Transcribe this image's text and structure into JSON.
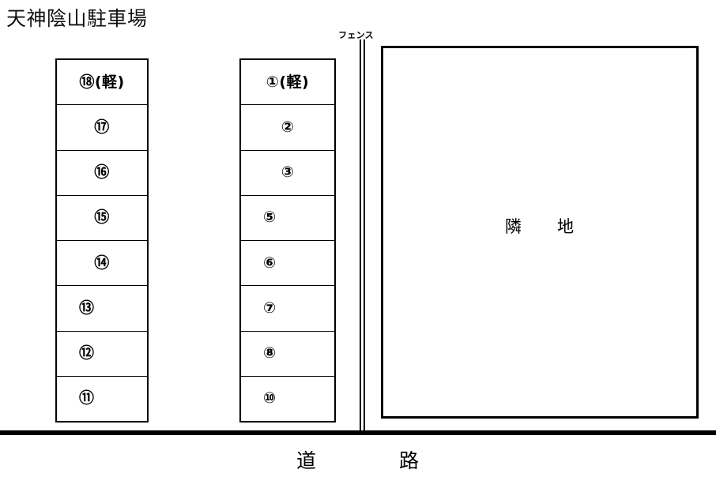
{
  "title": "天神陰山駐車場",
  "parking": {
    "left_column": {
      "name": "left-stall-column",
      "cells": [
        {
          "label": "⑱(軽)",
          "number": "18",
          "kei": true,
          "align": "align-center"
        },
        {
          "label": "⑰",
          "number": "17",
          "kei": false,
          "align": "align-center"
        },
        {
          "label": "⑯",
          "number": "16",
          "kei": false,
          "align": "align-center"
        },
        {
          "label": "⑮",
          "number": "15",
          "kei": false,
          "align": "align-center"
        },
        {
          "label": "⑭",
          "number": "14",
          "kei": false,
          "align": "align-center"
        },
        {
          "label": "⑬",
          "number": "13",
          "kei": false,
          "align": "align-mid"
        },
        {
          "label": "⑫",
          "number": "12",
          "kei": false,
          "align": "align-mid"
        },
        {
          "label": "⑪",
          "number": "11",
          "kei": false,
          "align": "align-mid"
        }
      ]
    },
    "right_column": {
      "name": "right-stall-column",
      "cells": [
        {
          "label": "①(軽)",
          "number": "1",
          "kei": true,
          "align": "align-center"
        },
        {
          "label": "②",
          "number": "2",
          "kei": false,
          "align": "align-center"
        },
        {
          "label": "③",
          "number": "3",
          "kei": false,
          "align": "align-center"
        },
        {
          "label": "⑤",
          "number": "5",
          "kei": false,
          "align": "align-mid"
        },
        {
          "label": "⑥",
          "number": "6",
          "kei": false,
          "align": "align-mid"
        },
        {
          "label": "⑦",
          "number": "7",
          "kei": false,
          "align": "align-mid"
        },
        {
          "label": "⑧",
          "number": "8",
          "kei": false,
          "align": "align-mid"
        },
        {
          "label": "⑩",
          "number": "10",
          "kei": false,
          "align": "align-mid"
        }
      ]
    }
  },
  "fence": {
    "label": "フェンス"
  },
  "neighbor_land": {
    "label": "隣　　地"
  },
  "road": {
    "label": "道　　　　路"
  },
  "colors": {
    "ink": "#000000",
    "paper": "#ffffff"
  }
}
